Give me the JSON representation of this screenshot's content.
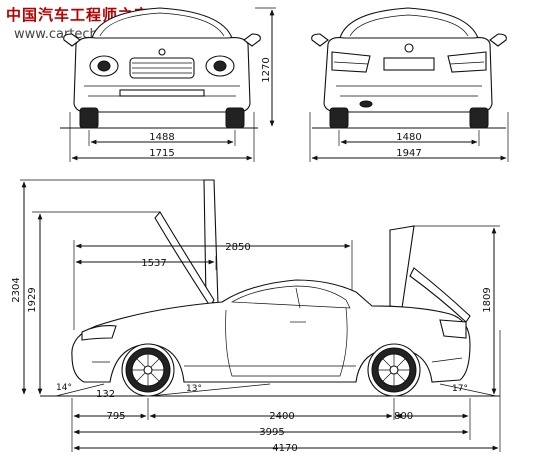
{
  "watermark": {
    "title": "中国汽车工程师之家",
    "url": "www.cartech8.com"
  },
  "front_view": {
    "dims": {
      "track_width": "1488",
      "overall_width": "1715",
      "height": "1270"
    }
  },
  "rear_view": {
    "dims": {
      "track_width": "1480",
      "overall_width": "1947"
    }
  },
  "side_view": {
    "dims": {
      "total_height_open": "2304",
      "hood_open_height": "1929",
      "hood_reach": "2850",
      "hood_to_front": "1537",
      "trunk_open_height": "1809",
      "ground_clearance": "132",
      "front_overhang": "795",
      "wheelbase": "2400",
      "rear_overhang": "800",
      "length": "3995",
      "length_open": "4170"
    },
    "angles": {
      "approach": "14°",
      "ramp": "13°",
      "departure": "17°"
    }
  }
}
